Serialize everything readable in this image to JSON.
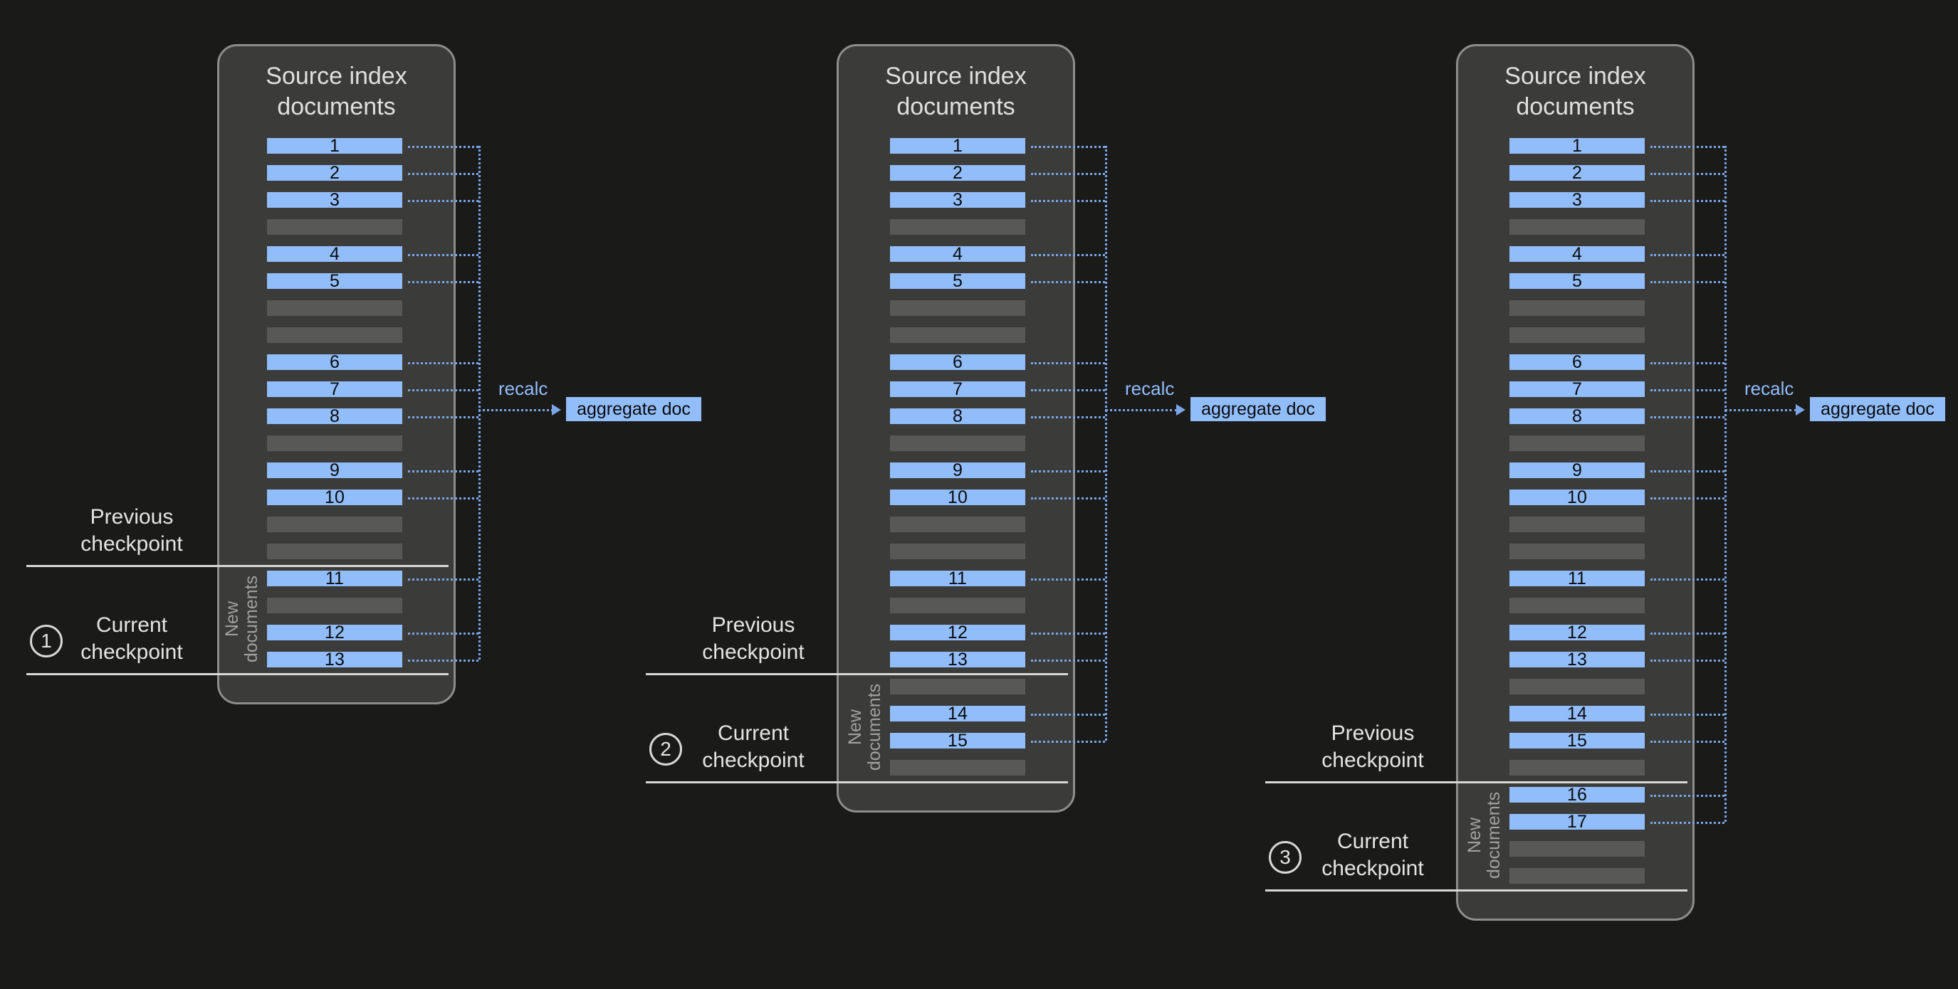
{
  "diagram": {
    "title_text": "Source index\ndocuments",
    "new_documents_label": "New\ndocuments",
    "recalc_label": "recalc",
    "aggregate_doc_label": "aggregate doc",
    "previous_checkpoint_label": "Previous\ncheckpoint",
    "current_checkpoint_label": "Current\ncheckpoint",
    "colors": {
      "background": "#1a1a19",
      "card": "#3b3b3a",
      "card_border": "#8d8d8b",
      "document_blue": "#92bdfb",
      "document_empty": "#585857",
      "connector": "#7aa6e8",
      "rule": "#d8d8d6",
      "text": "#e0e0de"
    }
  },
  "stages": [
    {
      "step_number": "1",
      "title": "Source index\ndocuments",
      "rows": [
        {
          "kind": "blue",
          "label": "1"
        },
        {
          "kind": "blue",
          "label": "2"
        },
        {
          "kind": "blue",
          "label": "3"
        },
        {
          "kind": "empty",
          "label": ""
        },
        {
          "kind": "blue",
          "label": "4"
        },
        {
          "kind": "blue",
          "label": "5"
        },
        {
          "kind": "empty",
          "label": ""
        },
        {
          "kind": "empty",
          "label": ""
        },
        {
          "kind": "blue",
          "label": "6"
        },
        {
          "kind": "blue",
          "label": "7"
        },
        {
          "kind": "blue",
          "label": "8"
        },
        {
          "kind": "empty",
          "label": ""
        },
        {
          "kind": "blue",
          "label": "9"
        },
        {
          "kind": "blue",
          "label": "10"
        },
        {
          "kind": "empty",
          "label": ""
        },
        {
          "kind": "empty",
          "label": ""
        },
        {
          "kind": "blue",
          "label": "11"
        },
        {
          "kind": "empty",
          "label": ""
        },
        {
          "kind": "blue",
          "label": "12"
        },
        {
          "kind": "blue",
          "label": "13"
        }
      ],
      "previous_checkpoint_after_row": 15,
      "current_checkpoint_after_row": 19,
      "new_documents_from_row": 16,
      "recalc_label": "recalc",
      "aggregate_doc_label": "aggregate doc"
    },
    {
      "step_number": "2",
      "title": "Source index\ndocuments",
      "rows": [
        {
          "kind": "blue",
          "label": "1"
        },
        {
          "kind": "blue",
          "label": "2"
        },
        {
          "kind": "blue",
          "label": "3"
        },
        {
          "kind": "empty",
          "label": ""
        },
        {
          "kind": "blue",
          "label": "4"
        },
        {
          "kind": "blue",
          "label": "5"
        },
        {
          "kind": "empty",
          "label": ""
        },
        {
          "kind": "empty",
          "label": ""
        },
        {
          "kind": "blue",
          "label": "6"
        },
        {
          "kind": "blue",
          "label": "7"
        },
        {
          "kind": "blue",
          "label": "8"
        },
        {
          "kind": "empty",
          "label": ""
        },
        {
          "kind": "blue",
          "label": "9"
        },
        {
          "kind": "blue",
          "label": "10"
        },
        {
          "kind": "empty",
          "label": ""
        },
        {
          "kind": "empty",
          "label": ""
        },
        {
          "kind": "blue",
          "label": "11"
        },
        {
          "kind": "empty",
          "label": ""
        },
        {
          "kind": "blue",
          "label": "12"
        },
        {
          "kind": "blue",
          "label": "13"
        },
        {
          "kind": "empty",
          "label": ""
        },
        {
          "kind": "blue",
          "label": "14"
        },
        {
          "kind": "blue",
          "label": "15"
        },
        {
          "kind": "empty",
          "label": ""
        }
      ],
      "previous_checkpoint_after_row": 19,
      "current_checkpoint_after_row": 23,
      "new_documents_from_row": 20,
      "recalc_label": "recalc",
      "aggregate_doc_label": "aggregate doc"
    },
    {
      "step_number": "3",
      "title": "Source index\ndocuments",
      "rows": [
        {
          "kind": "blue",
          "label": "1"
        },
        {
          "kind": "blue",
          "label": "2"
        },
        {
          "kind": "blue",
          "label": "3"
        },
        {
          "kind": "empty",
          "label": ""
        },
        {
          "kind": "blue",
          "label": "4"
        },
        {
          "kind": "blue",
          "label": "5"
        },
        {
          "kind": "empty",
          "label": ""
        },
        {
          "kind": "empty",
          "label": ""
        },
        {
          "kind": "blue",
          "label": "6"
        },
        {
          "kind": "blue",
          "label": "7"
        },
        {
          "kind": "blue",
          "label": "8"
        },
        {
          "kind": "empty",
          "label": ""
        },
        {
          "kind": "blue",
          "label": "9"
        },
        {
          "kind": "blue",
          "label": "10"
        },
        {
          "kind": "empty",
          "label": ""
        },
        {
          "kind": "empty",
          "label": ""
        },
        {
          "kind": "blue",
          "label": "11"
        },
        {
          "kind": "empty",
          "label": ""
        },
        {
          "kind": "blue",
          "label": "12"
        },
        {
          "kind": "blue",
          "label": "13"
        },
        {
          "kind": "empty",
          "label": ""
        },
        {
          "kind": "blue",
          "label": "14"
        },
        {
          "kind": "blue",
          "label": "15"
        },
        {
          "kind": "empty",
          "label": ""
        },
        {
          "kind": "blue",
          "label": "16"
        },
        {
          "kind": "blue",
          "label": "17"
        },
        {
          "kind": "empty",
          "label": ""
        },
        {
          "kind": "empty",
          "label": ""
        }
      ],
      "previous_checkpoint_after_row": 23,
      "current_checkpoint_after_row": 27,
      "new_documents_from_row": 24,
      "recalc_label": "recalc",
      "aggregate_doc_label": "aggregate doc"
    }
  ]
}
